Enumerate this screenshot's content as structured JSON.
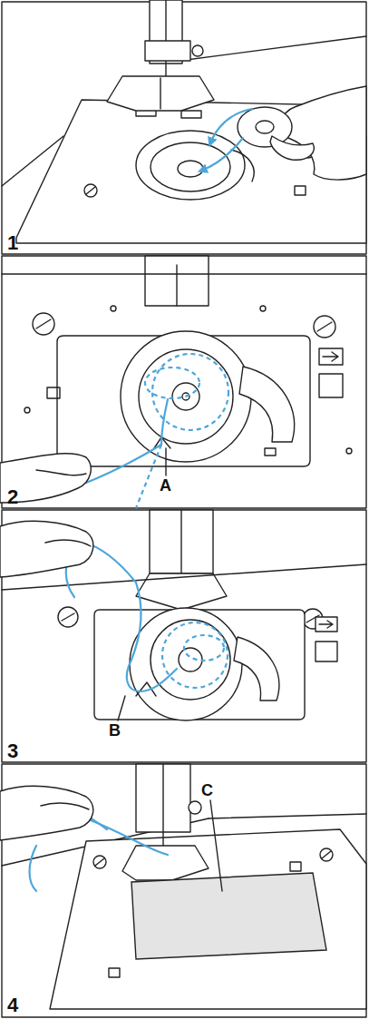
{
  "diagram": {
    "labels": [
      "1",
      "2",
      "A",
      "3",
      "B",
      "4",
      "C"
    ]
  }
}
